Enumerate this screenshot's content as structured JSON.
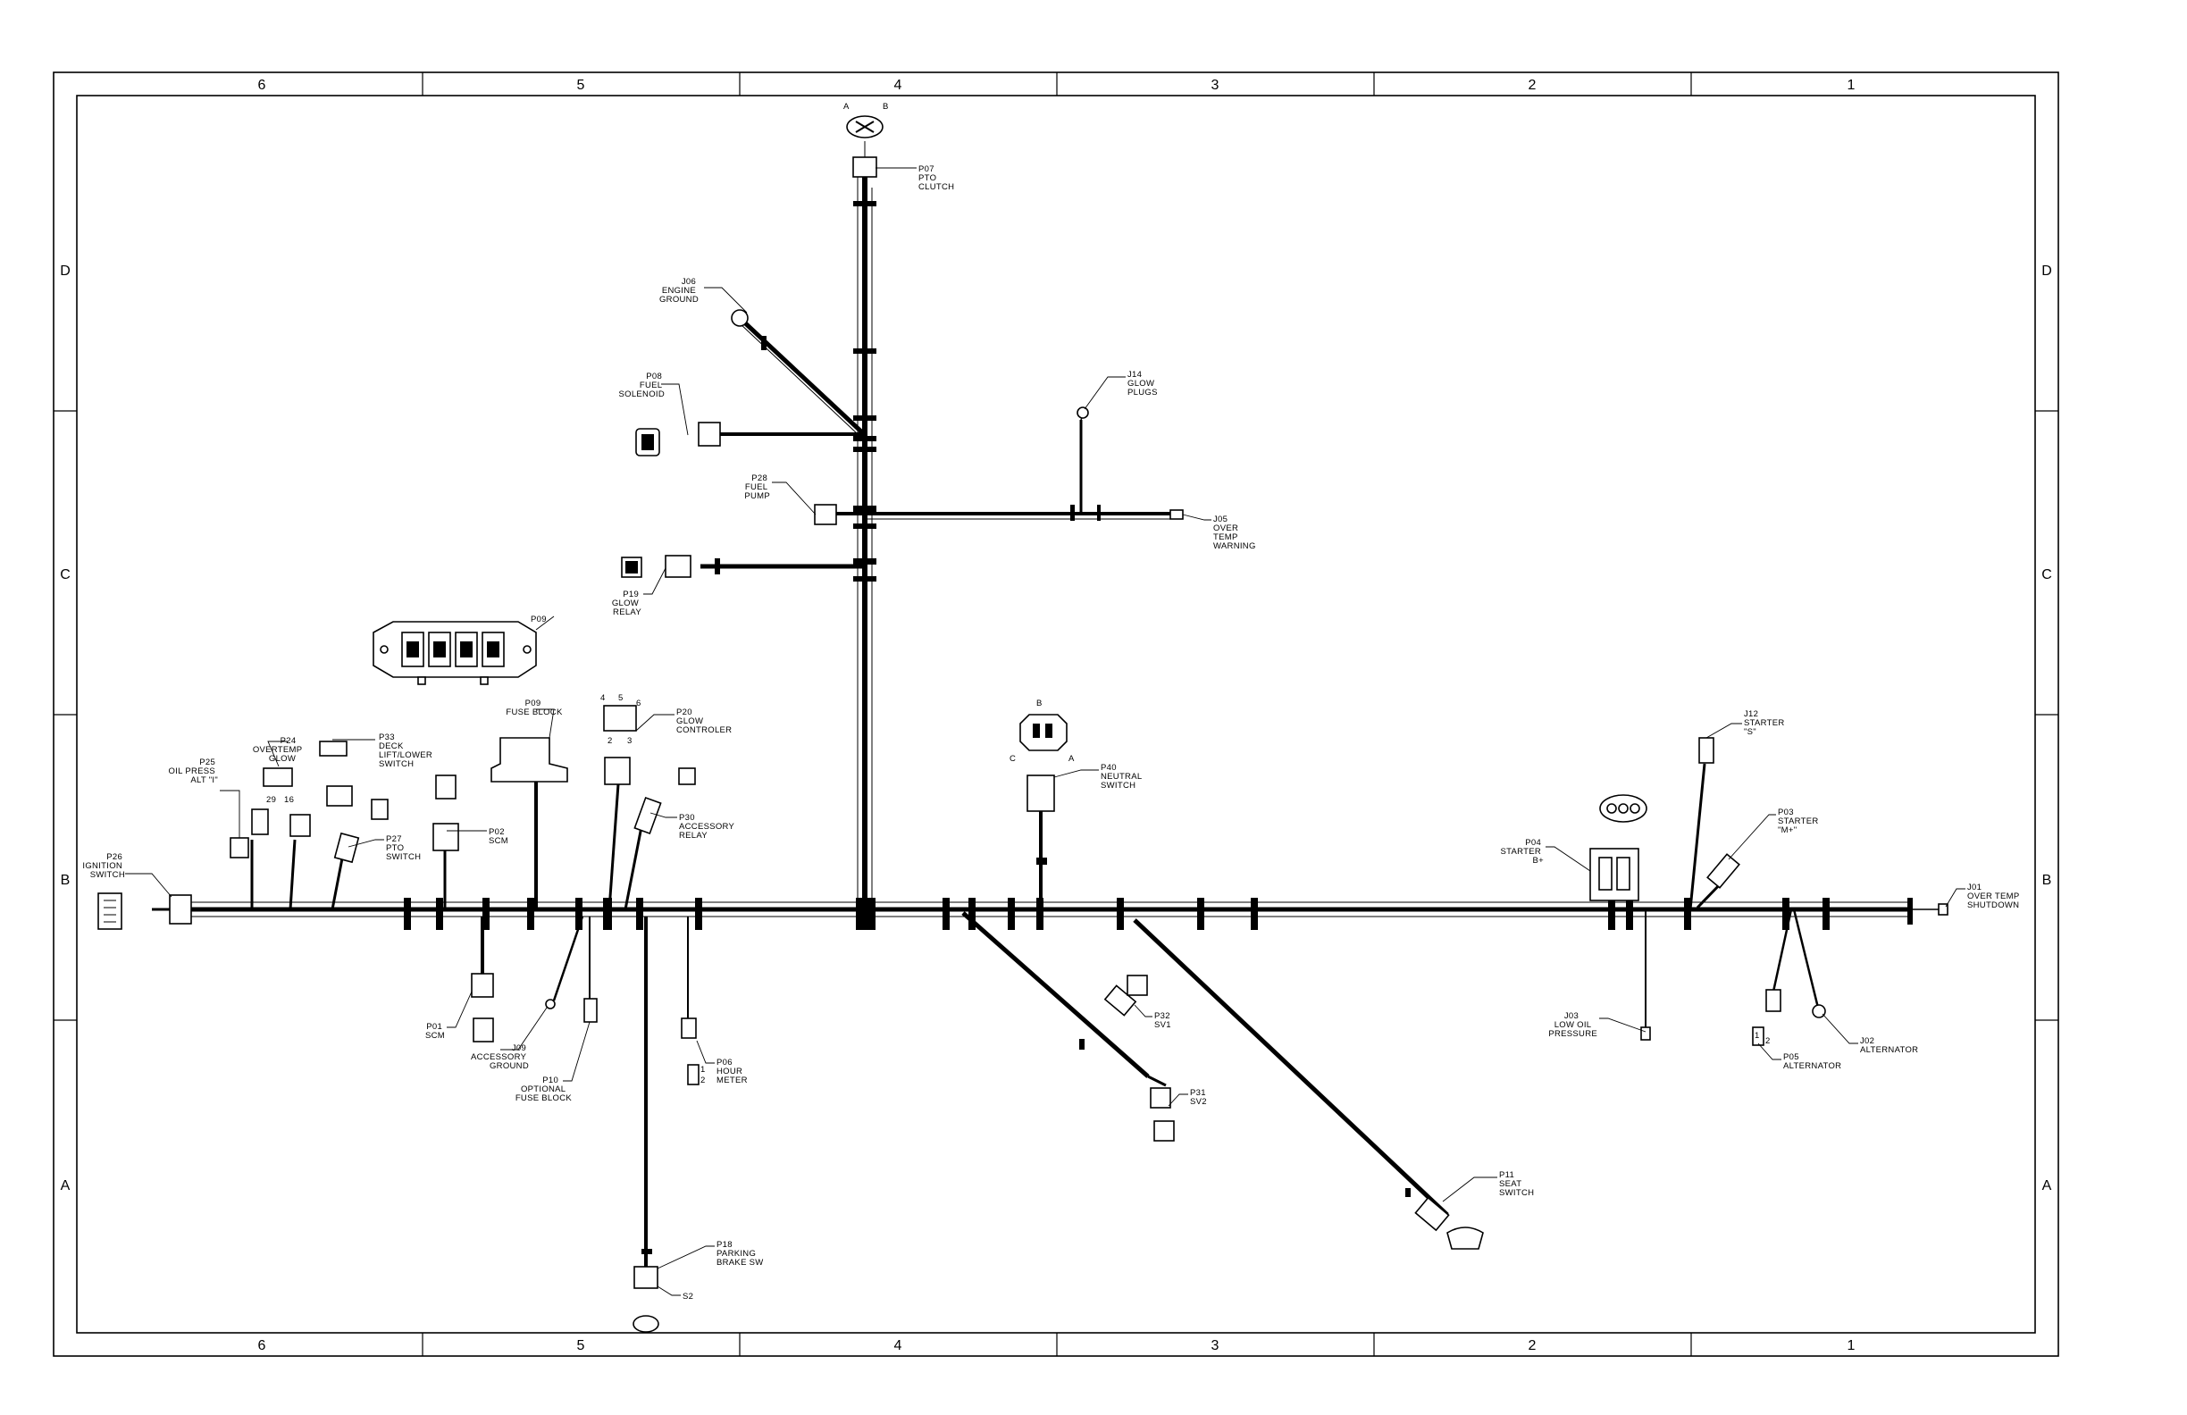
{
  "drawing": {
    "zones_top": [
      "6",
      "5",
      "4",
      "3",
      "2",
      "1"
    ],
    "zones_bottom": [
      "6",
      "5",
      "4",
      "3",
      "2",
      "1"
    ],
    "zones_left": [
      "D",
      "C",
      "B",
      "A"
    ],
    "zones_right": [
      "D",
      "C",
      "B",
      "A"
    ]
  },
  "labels": {
    "p07": [
      "P07",
      "PTO",
      "CLUTCH"
    ],
    "j06": [
      "J06",
      "ENGINE",
      "GROUND"
    ],
    "p08": [
      "P08",
      "FUEL",
      "SOLENOID"
    ],
    "j14": [
      "J14",
      "GLOW",
      "PLUGS"
    ],
    "p28": [
      "P28",
      "FUEL",
      "PUMP"
    ],
    "j05": [
      "J05",
      "OVER",
      "TEMP",
      "WARNING"
    ],
    "p19": [
      "P19",
      "GLOW",
      "RELAY"
    ],
    "p09_top": [
      "P09"
    ],
    "p09": [
      "P09",
      "FUSE BLOCK"
    ],
    "p20": [
      "P20",
      "GLOW",
      "CONTROLER"
    ],
    "p30": [
      "P30",
      "ACCESSORY",
      "RELAY"
    ],
    "p25": [
      "P25",
      "OIL PRESS",
      "ALT \"I\""
    ],
    "p24": [
      "P24",
      "OVERTEMP",
      "GLOW"
    ],
    "p33": [
      "P33",
      "DECK",
      "LIFT/LOWER",
      "SWITCH"
    ],
    "p27": [
      "P27",
      "PTO",
      "SWITCH"
    ],
    "p02": [
      "P02",
      "SCM"
    ],
    "p26": [
      "P26",
      "IGNITION",
      "SWITCH"
    ],
    "p01": [
      "P01",
      "SCM"
    ],
    "j09": [
      "J09",
      "ACCESSORY",
      "GROUND"
    ],
    "p10": [
      "P10",
      "OPTIONAL",
      "FUSE BLOCK"
    ],
    "p06": [
      "P06",
      "HOUR",
      "METER"
    ],
    "p18": [
      "P18",
      "PARKING",
      "BRAKE SW"
    ],
    "s2": [
      "S2"
    ],
    "p40": [
      "P40",
      "NEUTRAL",
      "SWITCH"
    ],
    "p32": [
      "P32",
      "SV1"
    ],
    "p31": [
      "P31",
      "SV2"
    ],
    "p11": [
      "P11",
      "SEAT",
      "SWITCH"
    ],
    "p04": [
      "P04",
      "STARTER",
      "B+"
    ],
    "j12": [
      "J12",
      "STARTER",
      "\"S\""
    ],
    "p03": [
      "P03",
      "STARTER",
      "\"M+\""
    ],
    "j01": [
      "J01",
      "OVER TEMP",
      "SHUTDOWN"
    ],
    "j03": [
      "J03",
      "LOW OIL",
      "PRESSURE"
    ],
    "p05": [
      "P05",
      "ALTERNATOR"
    ],
    "j02": [
      "J02",
      "ALTERNATOR"
    ]
  },
  "pin_marks": {
    "p07_pins": [
      "A",
      "B"
    ],
    "p40_pins": [
      "B",
      "C",
      "A"
    ],
    "p24_pins": [
      "29",
      "16"
    ],
    "p20_pins": [
      "4",
      "5",
      "6",
      "2",
      "3"
    ],
    "p05_pins": [
      "1",
      "2"
    ],
    "p06_pins": [
      "1",
      "2"
    ]
  },
  "colors": {
    "ink": "#000000",
    "paper": "#ffffff"
  }
}
